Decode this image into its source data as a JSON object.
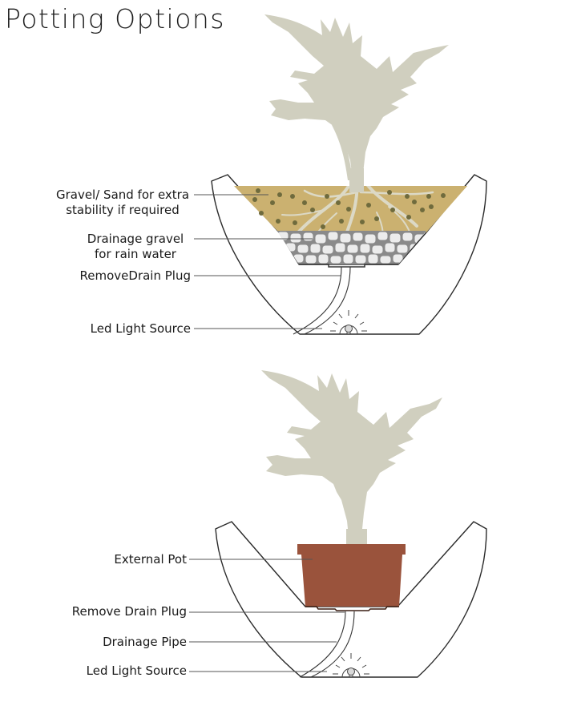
{
  "title": "Potting Options",
  "colors": {
    "plant": "#d0cfbf",
    "soil": "#cbb170",
    "soil_dots": "#6f6b3d",
    "gravel": "#e8e8e8",
    "gravel_outline": "#8a8a8a",
    "pot_terracotta": "#9a533c",
    "outline": "#2a2a2a",
    "leader_line": "#555555"
  },
  "diagram_top": {
    "name": "direct-planting",
    "labels": [
      {
        "id": "gravel-sand",
        "line1": "Gravel/ Sand for extra",
        "line2": "stability if required"
      },
      {
        "id": "drainage-gravel",
        "line1": "Drainage gravel",
        "line2": "for rain water"
      },
      {
        "id": "drain-plug",
        "line1": "RemoveDrain Plug"
      },
      {
        "id": "led-light",
        "line1": "Led Light Source"
      }
    ]
  },
  "diagram_bottom": {
    "name": "external-pot",
    "labels": [
      {
        "id": "external-pot",
        "line1": "External Pot"
      },
      {
        "id": "drain-plug",
        "line1": "Remove Drain Plug"
      },
      {
        "id": "drainage-pipe",
        "line1": "Drainage Pipe"
      },
      {
        "id": "led-light",
        "line1": "Led Light Source"
      }
    ]
  }
}
